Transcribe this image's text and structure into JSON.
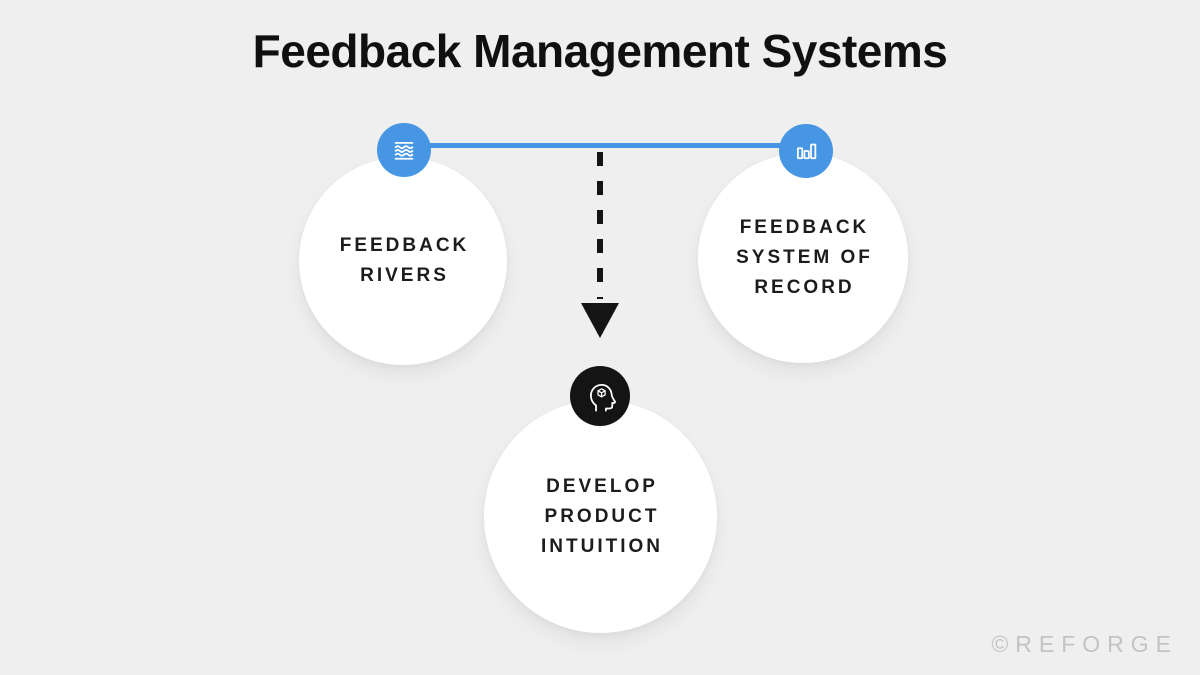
{
  "title": "Feedback Management Systems",
  "nodes": [
    {
      "id": "feedback-rivers",
      "label_lines": [
        "FEEDBACK",
        "RIVERS"
      ],
      "icon": "waves-icon",
      "icon_bg": "#4796e4"
    },
    {
      "id": "feedback-system-of-record",
      "label_lines": [
        "FEEDBACK",
        "SYSTEM OF",
        "RECORD"
      ],
      "icon": "bar-chart-icon",
      "icon_bg": "#4796e4"
    },
    {
      "id": "develop-product-intuition",
      "label_lines": [
        "DEVELOP",
        "PRODUCT",
        "INTUITION"
      ],
      "icon": "head-product-icon",
      "icon_bg": "#141414"
    }
  ],
  "connectors": {
    "horizontal_line": "solid-blue",
    "vertical_arrow": "dashed-black-down"
  },
  "watermark": {
    "text": "©REFORGE"
  },
  "colors": {
    "background": "#efefef",
    "accent_blue": "#4796e4",
    "icon_black": "#141414",
    "text_dark": "#1c1c1c",
    "node_fill": "#ffffff",
    "watermark_gray": "#c3c3c3"
  }
}
